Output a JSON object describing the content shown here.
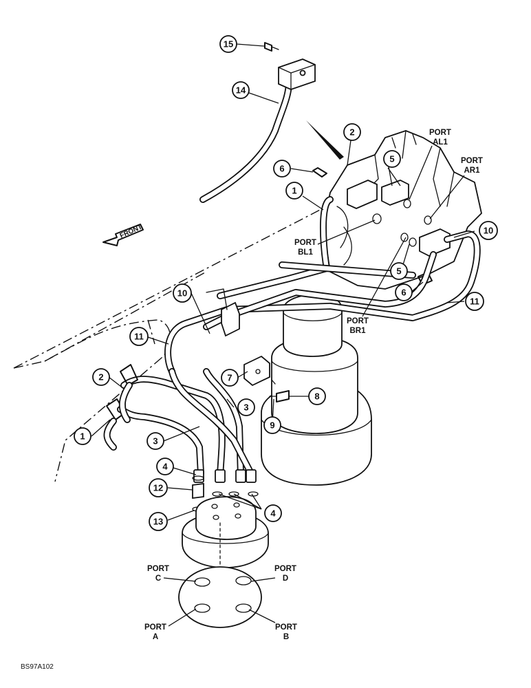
{
  "figure": {
    "reference_code": "BS97A102",
    "direction_label": "FRONT"
  },
  "callouts": [
    {
      "id": "c15",
      "number": "15"
    },
    {
      "id": "c14",
      "number": "14"
    },
    {
      "id": "c2a",
      "number": "2"
    },
    {
      "id": "c6a",
      "number": "6"
    },
    {
      "id": "c1a",
      "number": "1"
    },
    {
      "id": "c5a",
      "number": "5"
    },
    {
      "id": "c10a",
      "number": "10"
    },
    {
      "id": "c5b",
      "number": "5"
    },
    {
      "id": "c6b",
      "number": "6"
    },
    {
      "id": "c11a",
      "number": "11"
    },
    {
      "id": "c10b",
      "number": "10"
    },
    {
      "id": "c11b",
      "number": "11"
    },
    {
      "id": "c7",
      "number": "7"
    },
    {
      "id": "c8",
      "number": "8"
    },
    {
      "id": "c2b",
      "number": "2"
    },
    {
      "id": "c3a",
      "number": "3"
    },
    {
      "id": "c9",
      "number": "9"
    },
    {
      "id": "c1b",
      "number": "1"
    },
    {
      "id": "c3b",
      "number": "3"
    },
    {
      "id": "c4a",
      "number": "4"
    },
    {
      "id": "c12",
      "number": "12"
    },
    {
      "id": "c4b",
      "number": "4"
    },
    {
      "id": "c13",
      "number": "13"
    }
  ],
  "ports": {
    "al1": {
      "line1": "PORT",
      "line2": "AL1"
    },
    "ar1": {
      "line1": "PORT",
      "line2": "AR1"
    },
    "bl1": {
      "line1": "PORT",
      "line2": "BL1"
    },
    "br1": {
      "line1": "PORT",
      "line2": "BR1"
    },
    "c": {
      "line1": "PORT",
      "line2": "C"
    },
    "d": {
      "line1": "PORT",
      "line2": "D"
    },
    "a": {
      "line1": "PORT",
      "line2": "A"
    },
    "b": {
      "line1": "PORT",
      "line2": "B"
    }
  }
}
